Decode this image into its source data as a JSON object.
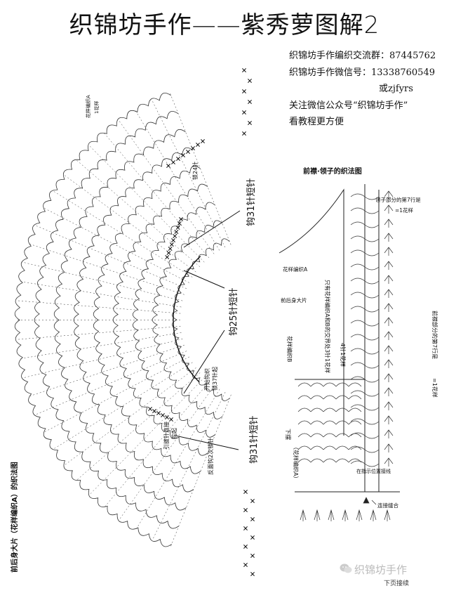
{
  "title": "织锦坊手作——紫秀萝图解2",
  "info": {
    "qq_group": "织锦坊手作编织交流群：87445762",
    "wechat": "织锦坊手作微信号：13338760549",
    "wechat_alt": "或zjfyrs",
    "public_account": "关注微信公众号“织锦坊手作”",
    "tutorial": "看教程更方便"
  },
  "left_diagram": {
    "label_pattern_a": "花样编织A",
    "label_one_pattern": "1花样",
    "label_24_stitches": "锁24针",
    "label_31_sc_top": "钩31针短针",
    "label_25_sc": "钩25针短针",
    "label_start": "开始钩织",
    "label_37_chain": "锁37针起",
    "label_pull": "引拔针连接",
    "label_pull2": "钩起",
    "label_31_sc_bottom": "钩31针短针",
    "label_chain_repeat": "反面钩2次锁针",
    "caption": "前后身大片（花样编织A）的织法图"
  },
  "right_diagram": {
    "title": "前襟·领子的织法图",
    "collar_row": "领子部分的第7行是",
    "one_pattern": "=1花样",
    "pattern_a": "花样编织A",
    "body_piece": "前后身大片",
    "only_join": "只有花样编织A和B的交界处3针1花样",
    "four_stitch": "4针1花样",
    "pattern_b": "花样编织B",
    "collar_row7_side": "前襟部分的第7行是",
    "one_pattern_side": "=1花样",
    "hem": "下摆",
    "pattern_a_paren": "（花样编织A）",
    "mark_position": "在指示位置接线",
    "seam": "连接缝合"
  },
  "watermark": "织锦坊手作",
  "next_page": "下页接续"
}
